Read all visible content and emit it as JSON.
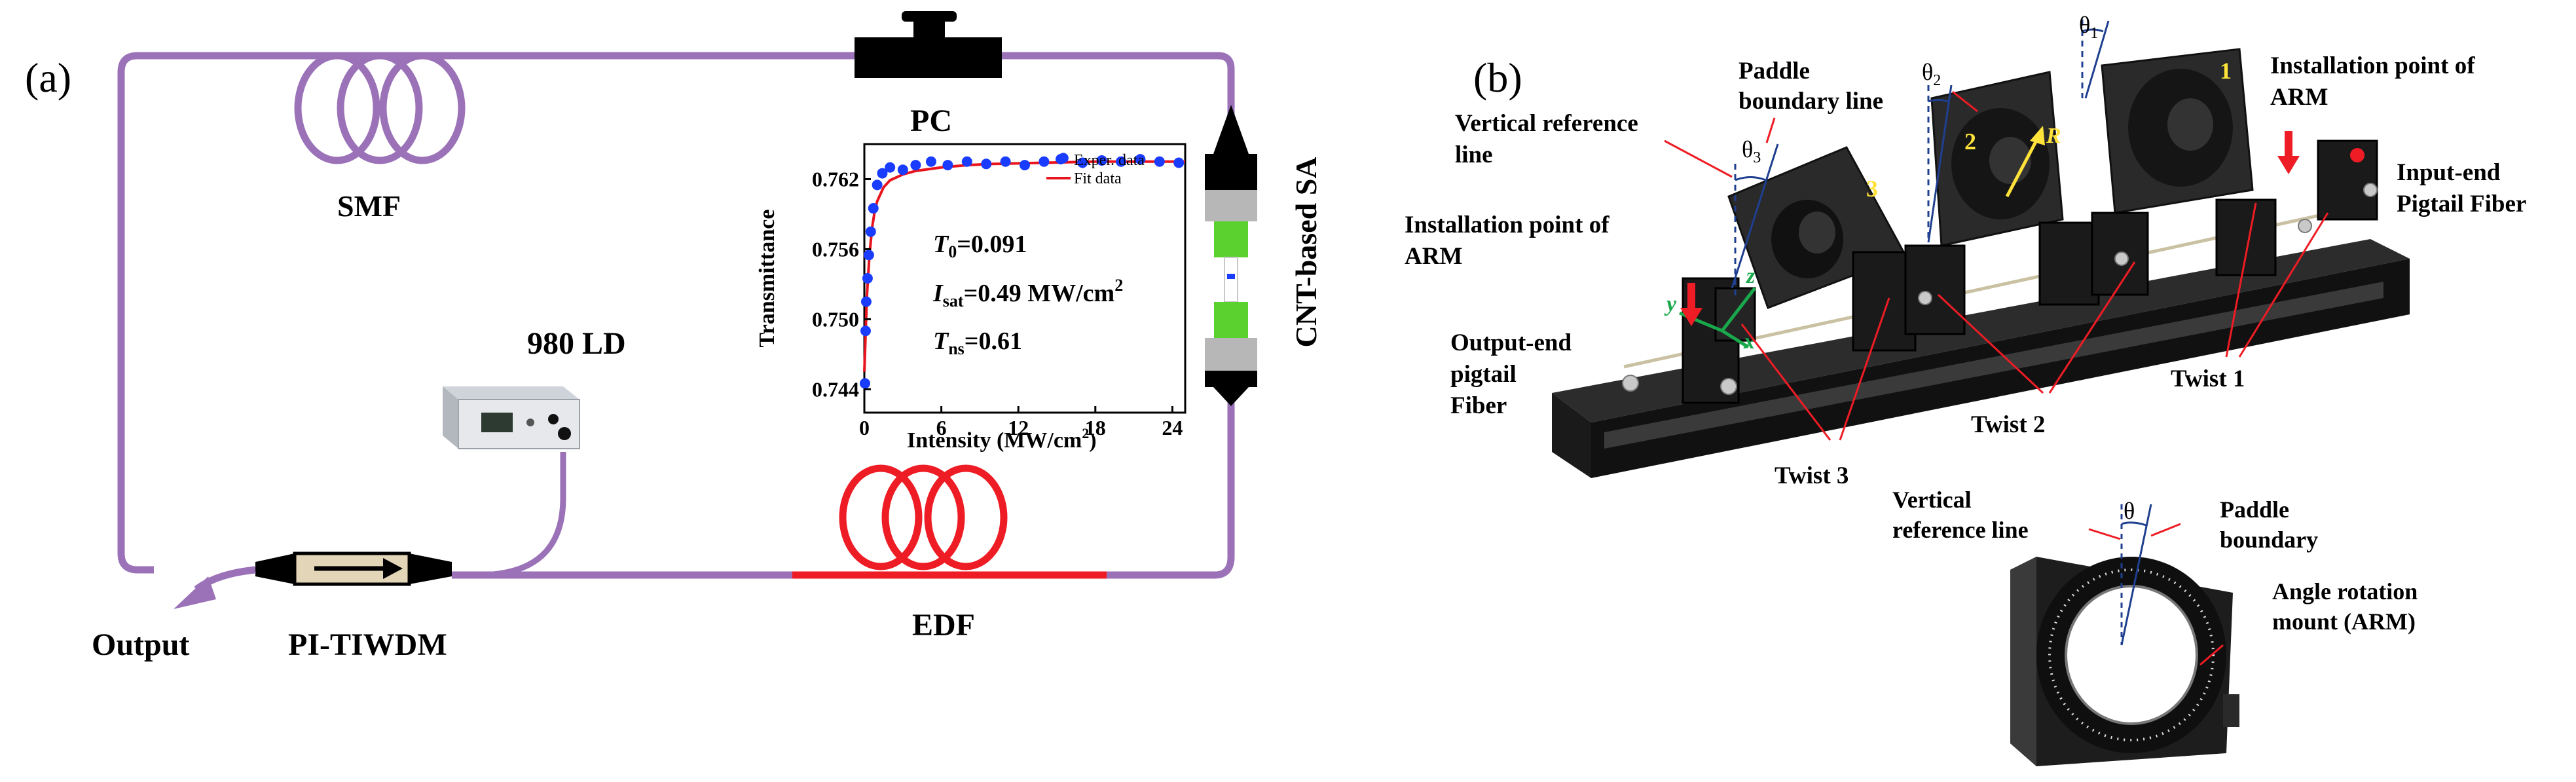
{
  "panel_a": {
    "tag": "(a)",
    "labels": {
      "pc": "PC",
      "smf": "SMF",
      "ld": "980 LD",
      "edf": "EDF",
      "wdm": "PI-TIWDM",
      "output": "Output",
      "sa": "CNT-based SA"
    },
    "inset": {
      "ylabel": "Transmittance",
      "xlabel_main": "Intensity (MW/cm",
      "xlabel_sup": "2",
      "xlabel_close": ")",
      "legend_exp": "Exper. data",
      "legend_fit": "Fit data",
      "eq1_var": "T",
      "eq1_sub": "0",
      "eq1_val": "=0.091",
      "eq2_var": "I",
      "eq2_sub": "sat",
      "eq2_val": "=0.49 MW/cm",
      "eq2_sup": "2",
      "eq3_var": "T",
      "eq3_sub": "ns",
      "eq3_val": "=0.61"
    }
  },
  "panel_b": {
    "tag": "(b)",
    "labels": {
      "paddle_boundary_line_1": "Paddle",
      "paddle_boundary_line_2": "boundary line",
      "vertical_ref_1": "Vertical reference",
      "vertical_ref_2": "line",
      "install_left_1": "Installation point of",
      "install_left_2": "ARM",
      "install_right_1": "Installation point of",
      "install_right_2": "ARM",
      "input_end_1": "Input-end",
      "input_end_2": "Pigtail Fiber",
      "output_end_1": "Output-end",
      "output_end_2": "pigtail",
      "output_end_3": "Fiber",
      "twist1": "Twist 1",
      "twist2": "Twist 2",
      "twist3": "Twist 3",
      "theta1": "θ",
      "theta1_sub": "1",
      "theta2": "θ",
      "theta2_sub": "2",
      "theta3": "θ",
      "theta3_sub": "3",
      "paddle1": "1",
      "paddle2": "2",
      "paddle3": "3",
      "radius": "R",
      "axis_x": "x",
      "axis_y": "y",
      "axis_z": "z",
      "vref_small_1": "Vertical",
      "vref_small_2": "reference line",
      "pb_small_1": "Paddle",
      "pb_small_2": "boundary",
      "theta": "θ",
      "arm_1": "Angle rotation",
      "arm_2": "mount (ARM)"
    }
  },
  "chart_data": {
    "type": "scatter",
    "xlabel": "Intensity (MW/cm2)",
    "ylabel": "Transmittance",
    "xlim": [
      0,
      25
    ],
    "ylim": [
      0.742,
      0.765
    ],
    "xticks": [
      0,
      6,
      12,
      18,
      24
    ],
    "yticks": [
      0.744,
      0.75,
      0.756,
      0.762
    ],
    "xtick_labels": [
      "0",
      "6",
      "12",
      "18",
      "24"
    ],
    "ytick_labels": [
      "0.744",
      "0.750",
      "0.756",
      "0.762"
    ],
    "legend": "top-right",
    "series": [
      {
        "name": "Exper. data",
        "kind": "scatter",
        "color": "#1a3cff",
        "x": [
          0.05,
          0.1,
          0.15,
          0.25,
          0.35,
          0.5,
          0.7,
          1.0,
          1.4,
          2.0,
          3.0,
          4.0,
          5.2,
          6.5,
          8.0,
          9.5,
          11.0,
          12.5,
          14.0,
          15.5,
          17.0,
          18.5,
          20.0,
          21.5,
          23.0,
          24.5
        ],
        "y": [
          0.7445,
          0.749,
          0.7515,
          0.7535,
          0.7555,
          0.7575,
          0.7595,
          0.7615,
          0.7625,
          0.763,
          0.7628,
          0.7632,
          0.7635,
          0.7632,
          0.7635,
          0.7633,
          0.7635,
          0.7632,
          0.7635,
          0.7638,
          0.7634,
          0.7636,
          0.7635,
          0.7637,
          0.7635,
          0.7634
        ]
      },
      {
        "name": "Fit data",
        "kind": "line",
        "color": "#e8141e",
        "x": [
          0,
          0.2,
          0.4,
          0.6,
          0.8,
          1.0,
          1.5,
          2.0,
          3.0,
          4.0,
          6.0,
          8.0,
          10.0,
          14.0,
          18.0,
          22.0,
          25.0
        ],
        "y": [
          0.7455,
          0.752,
          0.7555,
          0.7578,
          0.7592,
          0.7601,
          0.7613,
          0.7619,
          0.7624,
          0.7627,
          0.763,
          0.7632,
          0.7633,
          0.7634,
          0.7635,
          0.7635,
          0.7635
        ]
      }
    ]
  },
  "colors": {
    "fiber": "#9b72b8",
    "edf": "#ee1c24",
    "pointer": "#ee1c24",
    "axis_green": "#19a84b",
    "paddle_label": "#ffe23a",
    "dashed_ref": "#1f3f8f"
  }
}
